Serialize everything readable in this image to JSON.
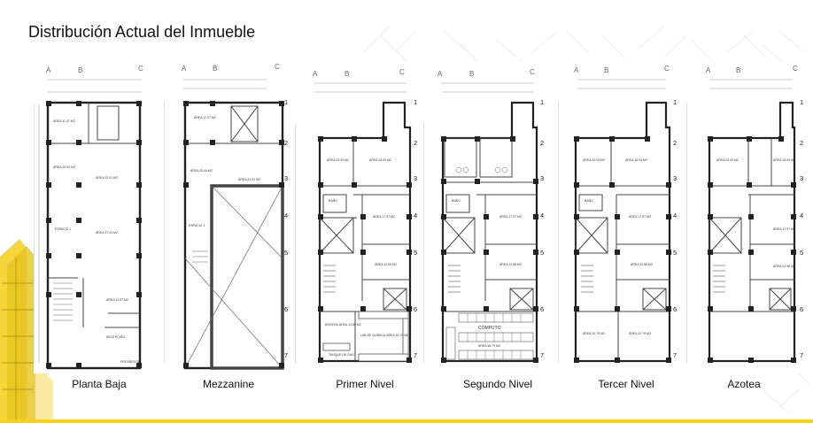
{
  "slide": {
    "title": "Distribución Actual del Inmueble",
    "accent_color": "#f7d117"
  },
  "plans": [
    {
      "caption": "Planta Baja",
      "col_labels": [
        "A",
        "B",
        "C"
      ],
      "row_labels": [],
      "room_labels": [
        "ÁREA 11.37 M2",
        "ÁREA 20.44 M2",
        "ÁREA 22.91 M2",
        "ESPACIO 1",
        "ÁREA 27.31 M2",
        "ÁREA 12.07 M2",
        "RECEPCIÓN",
        "PROVEEDOR"
      ]
    },
    {
      "caption": "Mezzanine",
      "col_labels": [
        "A",
        "B",
        "C"
      ],
      "row_labels": [
        "1",
        "2",
        "3",
        "4",
        "5",
        "6",
        "7"
      ],
      "room_labels": [
        "ÁREA 11.37 M2",
        "ÁREA 20.44 M2",
        "ÁREA 22.91 M2",
        "ESPACIO 1"
      ]
    },
    {
      "caption": "Primer Nivel",
      "col_labels": [
        "A",
        "B",
        "C"
      ],
      "row_labels": [
        "1",
        "2",
        "3",
        "4",
        "5",
        "6",
        "7"
      ],
      "room_labels": [
        "ÁREA 20.93 M2",
        "ÁREA 16.93 M2",
        "BAÑO",
        "ÁREA 17.97 M2",
        "ÁREA 12.98 M2",
        "BODEGA ÁREA 13.89 M2",
        "LAB DE QUÍMICA ÁREA 32.79 M2",
        "TANQUE DE GAS"
      ]
    },
    {
      "caption": "Segundo Nivel",
      "col_labels": [
        "A",
        "B",
        "C"
      ],
      "row_labels": [
        "1",
        "2",
        "3",
        "4",
        "5",
        "6",
        "7"
      ],
      "room_labels": [
        "BAÑO",
        "ÁREA 17.97 M2",
        "ÁREA 12.98 M2",
        "CÓMPUTO",
        "ÁREA 45.79 M2"
      ]
    },
    {
      "caption": "Tercer Nivel",
      "col_labels": [
        "A",
        "B",
        "C"
      ],
      "row_labels": [
        "1",
        "2",
        "3",
        "4",
        "5",
        "6",
        "7"
      ],
      "room_labels": [
        "ÁREA 20.93 M2",
        "ÁREA 16.93 M2",
        "BAÑO",
        "ÁREA 17.97 M2",
        "ÁREA 12.98 M2",
        "ÁREA 20.79 M2",
        "ÁREA 20.79 M2"
      ]
    },
    {
      "caption": "Azotea",
      "col_labels": [
        "A",
        "B",
        "C"
      ],
      "row_labels": [
        "1",
        "2",
        "3",
        "4",
        "5",
        "6",
        "7"
      ],
      "room_labels": [
        "ÁREA 20.93 M2",
        "ÁREA 16.93 M2",
        "ÁREA 17.97 M2",
        "ÁREA 12.98 M2"
      ]
    }
  ]
}
